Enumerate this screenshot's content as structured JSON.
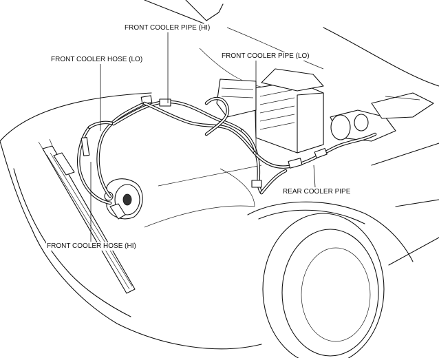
{
  "labels": {
    "front_cooler_pipe_hi": "FRONT COOLER PIPE (HI)",
    "front_cooler_hose_lo": "FRONT COOLER HOSE (LO)",
    "front_cooler_pipe_lo": "FRONT COOLER PIPE (LO)",
    "rear_cooler_pipe": "REAR COOLER PIPE",
    "front_cooler_hose_hi": "FRONT COOLER HOSE (HI)"
  },
  "colors": {
    "line": "#111111",
    "background": "#ffffff"
  }
}
